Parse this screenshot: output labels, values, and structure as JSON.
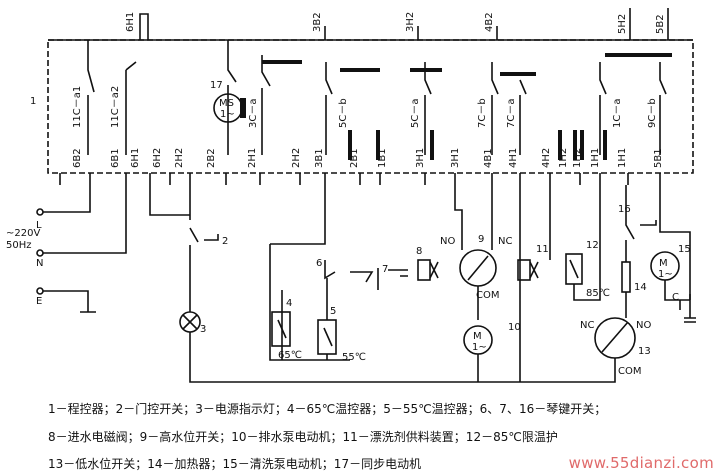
{
  "title": "",
  "terminals": {
    "top": [
      "6H1",
      "3B2",
      "3H2",
      "4B2",
      "5H2",
      "5B2"
    ],
    "row": [
      "6B2",
      "6B1",
      "6H1",
      "6H2",
      "2H2",
      "2B2",
      "2H1",
      "2H2",
      "3B1",
      "2B1",
      "1B1",
      "3H1",
      "3H1",
      "4B1",
      "4H1",
      "4H2",
      "1H2",
      "1H2",
      "1H1",
      "1H1",
      "5B1"
    ],
    "switches": [
      "11C－a1",
      "11C－a2",
      "3C－a",
      "5C－b",
      "5C－a",
      "7C－b",
      "7C－a",
      "1C－a",
      "9C－b"
    ]
  },
  "supply": {
    "l1": "~220V",
    "l2": "50Hz",
    "L": "L",
    "N": "N",
    "E": "E"
  },
  "labels": {
    "ms": "MS",
    "ms_sub": "1~",
    "m": "M",
    "m_sub": "1~",
    "m15_sub": "1~",
    "no": "NO",
    "nc": "NC",
    "com": "COM",
    "c": "C",
    "t65": "65℃",
    "t55": "55℃",
    "t85": "85℃"
  },
  "numbers": [
    "1",
    "2",
    "3",
    "4",
    "5",
    "6",
    "7",
    "8",
    "9",
    "10",
    "11",
    "12",
    "13",
    "14",
    "15",
    "16",
    "17"
  ],
  "legend": [
    "1－程控器；2－门控开关；3－电源指示灯；4－65℃温控器；5－55℃温控器；6、7、16－琴键开关；",
    "8－进水电磁阀；9－高水位开关；10－排水泵电动机；11－漂洗剂供料装置；12－85℃限温护",
    "13－低水位开关；14－加热器；15－清洗泵电动机；17－同步电动机"
  ],
  "watermark": "www.55dianzi.com"
}
